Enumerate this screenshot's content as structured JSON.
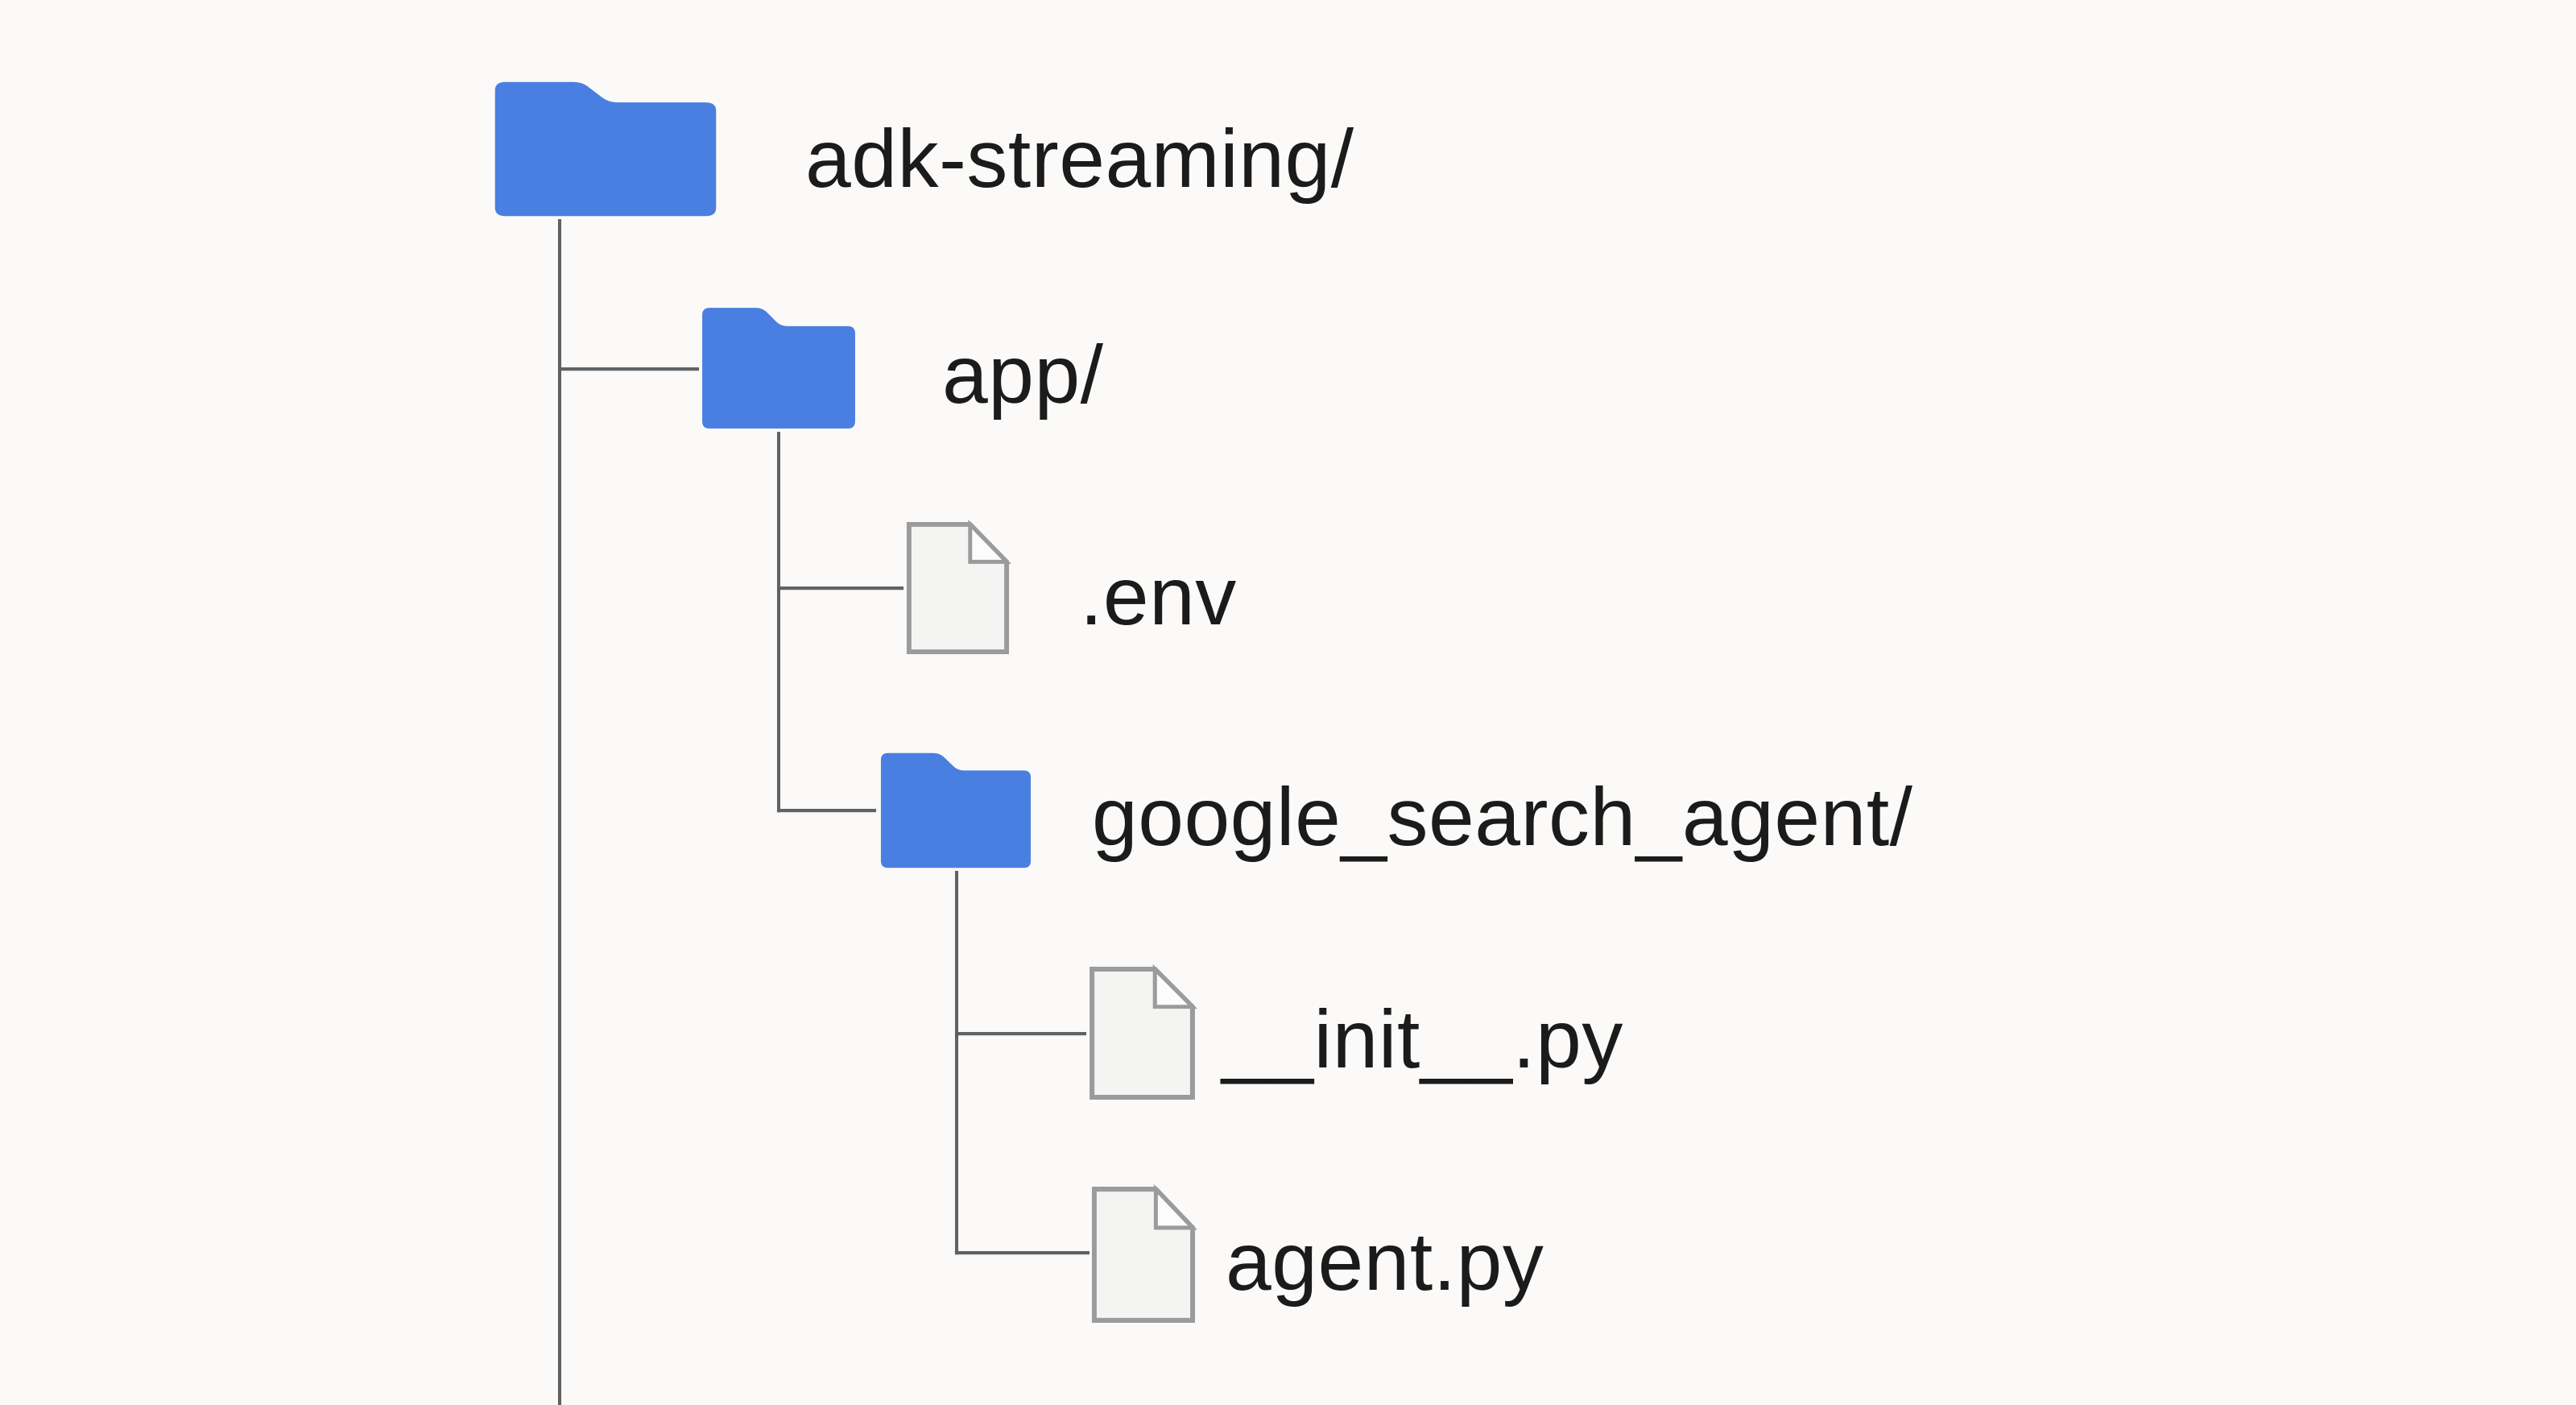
{
  "diagram_type": "file-tree",
  "colors": {
    "background": "#fbfaf8",
    "folder_blue": "#4a7fe2",
    "file_fill": "#f4f4f3",
    "file_border": "#9b9b9b",
    "connector_gray": "#5f6265",
    "text": "#1b1b1b"
  },
  "tree": {
    "nodes": [
      {
        "id": "adk-streaming",
        "label": "adk-streaming/",
        "type": "folder",
        "depth": 0,
        "parent": null
      },
      {
        "id": "app",
        "label": "app/",
        "type": "folder",
        "depth": 1,
        "parent": "adk-streaming"
      },
      {
        "id": "env",
        "label": ".env",
        "type": "file",
        "depth": 2,
        "parent": "app"
      },
      {
        "id": "google_search_agent",
        "label": "google_search_agent/",
        "type": "folder",
        "depth": 2,
        "parent": "app"
      },
      {
        "id": "init_py",
        "label": "__init__.py",
        "type": "file",
        "depth": 3,
        "parent": "google_search_agent"
      },
      {
        "id": "agent_py",
        "label": "agent.py",
        "type": "file",
        "depth": 3,
        "parent": "google_search_agent"
      }
    ]
  }
}
